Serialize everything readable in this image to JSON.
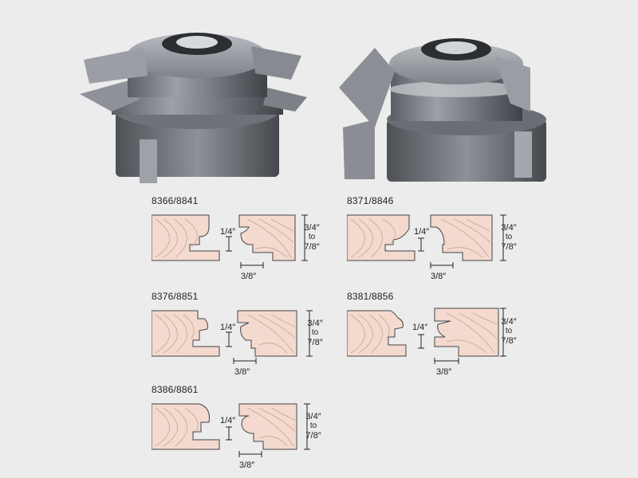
{
  "dimensions": {
    "thickness_top": "3/4″",
    "to": "to",
    "thickness_bottom": "7/8″",
    "depth": "1/4″",
    "width": "3/8″"
  },
  "profiles": [
    {
      "code": "8366/8841"
    },
    {
      "code": "8371/8846"
    },
    {
      "code": "8376/8851"
    },
    {
      "code": "8381/8856"
    },
    {
      "code": "8386/8861"
    }
  ],
  "colors": {
    "background": "#ececec",
    "wood_light": "#f3d9ce",
    "wood_grain": "#c9a596",
    "steel_dark": "#4a4d52",
    "steel_mid": "#7b7f85",
    "steel_light": "#a9adb2"
  }
}
